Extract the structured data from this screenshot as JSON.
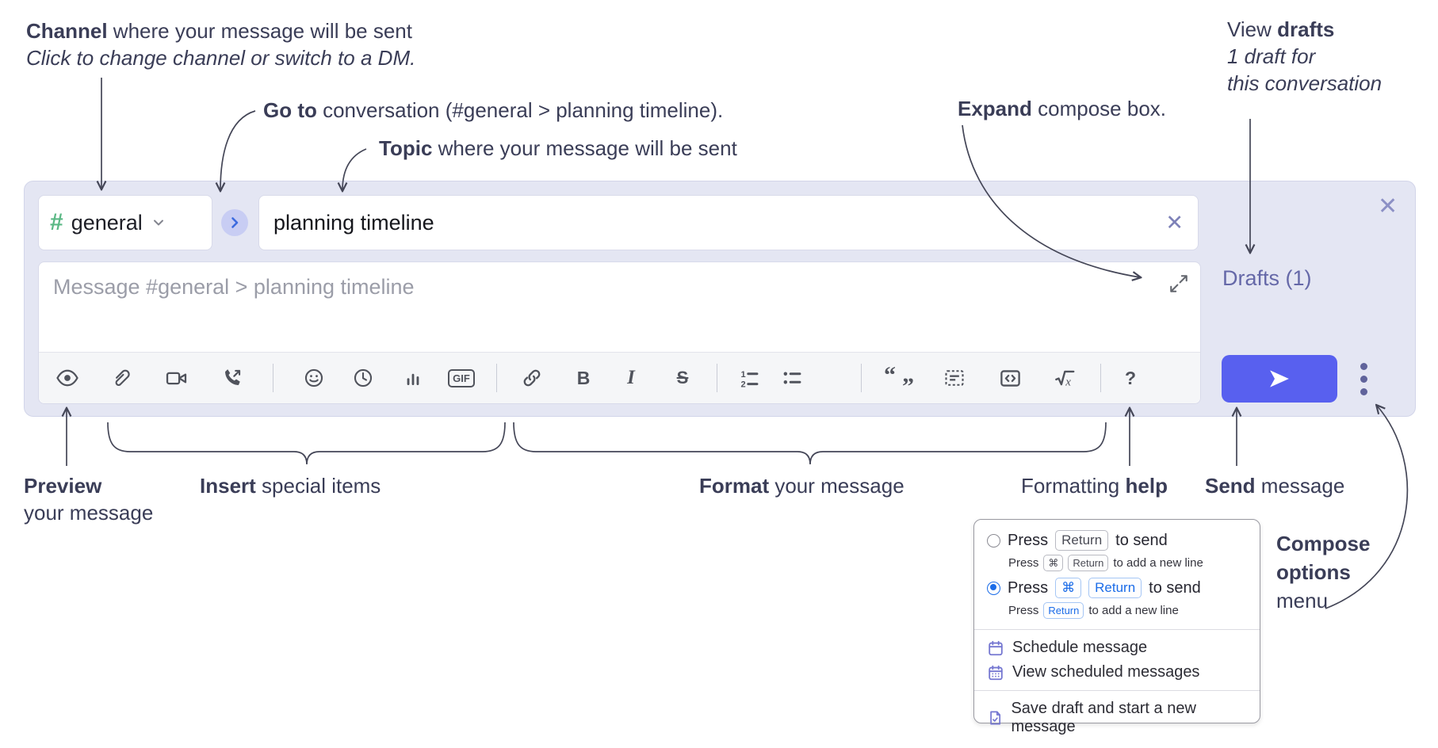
{
  "colors": {
    "accent_send": "#5860ef",
    "drafts_link": "#6568a8",
    "hash_green": "#5bb885",
    "radio_blue": "#1b6ce8",
    "menu_icon_purple": "#7577d1",
    "compose_bg": "#e4e6f3"
  },
  "annotations": {
    "channel": {
      "bold": "Channel",
      "rest": " where your message will be sent",
      "line2": "Click to change channel or switch to a DM."
    },
    "goto": {
      "bold": "Go to",
      "rest": " conversation (#general > planning timeline)."
    },
    "topic": {
      "bold": "Topic",
      "rest": " where your message will be sent"
    },
    "expand": {
      "bold": "Expand",
      "rest": " compose box."
    },
    "view_drafts": {
      "line1_pre": "View ",
      "line1_bold": "drafts",
      "line2": "1 draft for",
      "line3": "this conversation"
    },
    "preview": {
      "bold": "Preview",
      "line2": "your message"
    },
    "insert": {
      "bold": "Insert",
      "rest": " special items"
    },
    "format": {
      "bold": "Format",
      "rest": " your message"
    },
    "help": {
      "pre": "Formatting ",
      "bold": "help"
    },
    "send": {
      "bold": "Send",
      "rest": " message"
    },
    "compose_options": {
      "line1": "Compose",
      "line2": "options",
      "line3": "menu"
    }
  },
  "compose": {
    "hash": "#",
    "channel_name": "general",
    "topic_value": "planning timeline",
    "clear_topic": "✕",
    "close": "✕",
    "message_placeholder": "Message #general > planning timeline",
    "drafts_label": "Drafts (1)"
  },
  "toolbar": {
    "gif_label": "GIF",
    "bold_glyph": "B",
    "italic_glyph": "I",
    "strike_glyph": "S",
    "quote_open": "“",
    "quote_close": "”",
    "help_glyph": "?",
    "olist_1": "1",
    "olist_2": "2",
    "math_x": "x"
  },
  "popup": {
    "option1": {
      "press": "Press",
      "key": "Return",
      "after": "to send",
      "sub_press": "Press",
      "sub_key1": "⌘",
      "sub_key2": "Return",
      "sub_after": "to add a new line"
    },
    "option2": {
      "press": "Press",
      "key1": "⌘",
      "key2": "Return",
      "after": "to send",
      "sub_press": "Press",
      "sub_key": "Return",
      "sub_after": "to add a new line"
    },
    "item1": "Schedule message",
    "item2": "View scheduled messages",
    "item3": "Save draft and start a new message"
  }
}
